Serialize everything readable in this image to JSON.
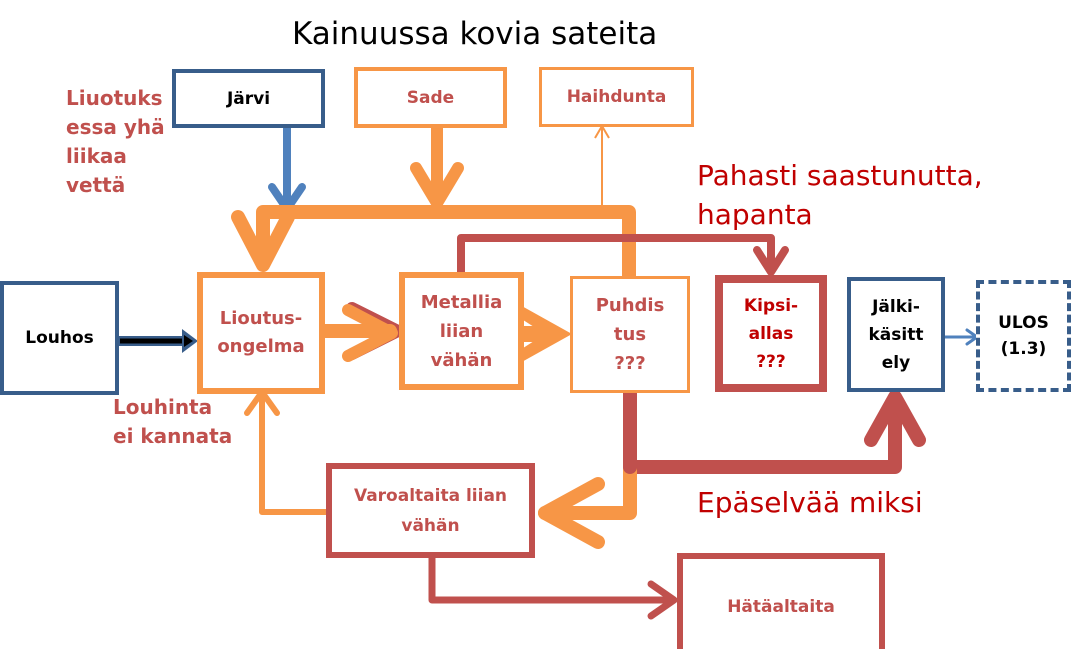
{
  "title": "Kainuussa kovia sateita",
  "nodes": {
    "jarvi": "Järvi",
    "sade": "Sade",
    "haihdunta": "Haihdunta",
    "louhos": "Louhos",
    "liuotus": "Lioutus-\nongelma",
    "metallia": "Metallia\nliian\nvähän",
    "puhdistus": "Puhdis\ntus\n???",
    "kipsiallas": "Kipsi-\nallas\n???",
    "jalkikasittely": "Jälki-\nkäsitt\nely",
    "ulos": "ULOS\n(1.3)",
    "varoaltaita": "Varoaltaita liian\nvähän",
    "hataaltaita": "Hätäaltaita"
  },
  "annotations": {
    "liuotuksessa": "Liuotuks\nessa yhä\nliikaa\nvettä",
    "louhinta": "Louhinta\nei kannata",
    "pahasti": "Pahasti saastunutta,\nhapanta",
    "epaselvaa": "Epäselvää miksi"
  },
  "colors": {
    "orange": "#f79646",
    "red": "#c0504d",
    "darkred": "#c00000",
    "blue": "#385d8a",
    "lightblue": "#4f81bd"
  }
}
